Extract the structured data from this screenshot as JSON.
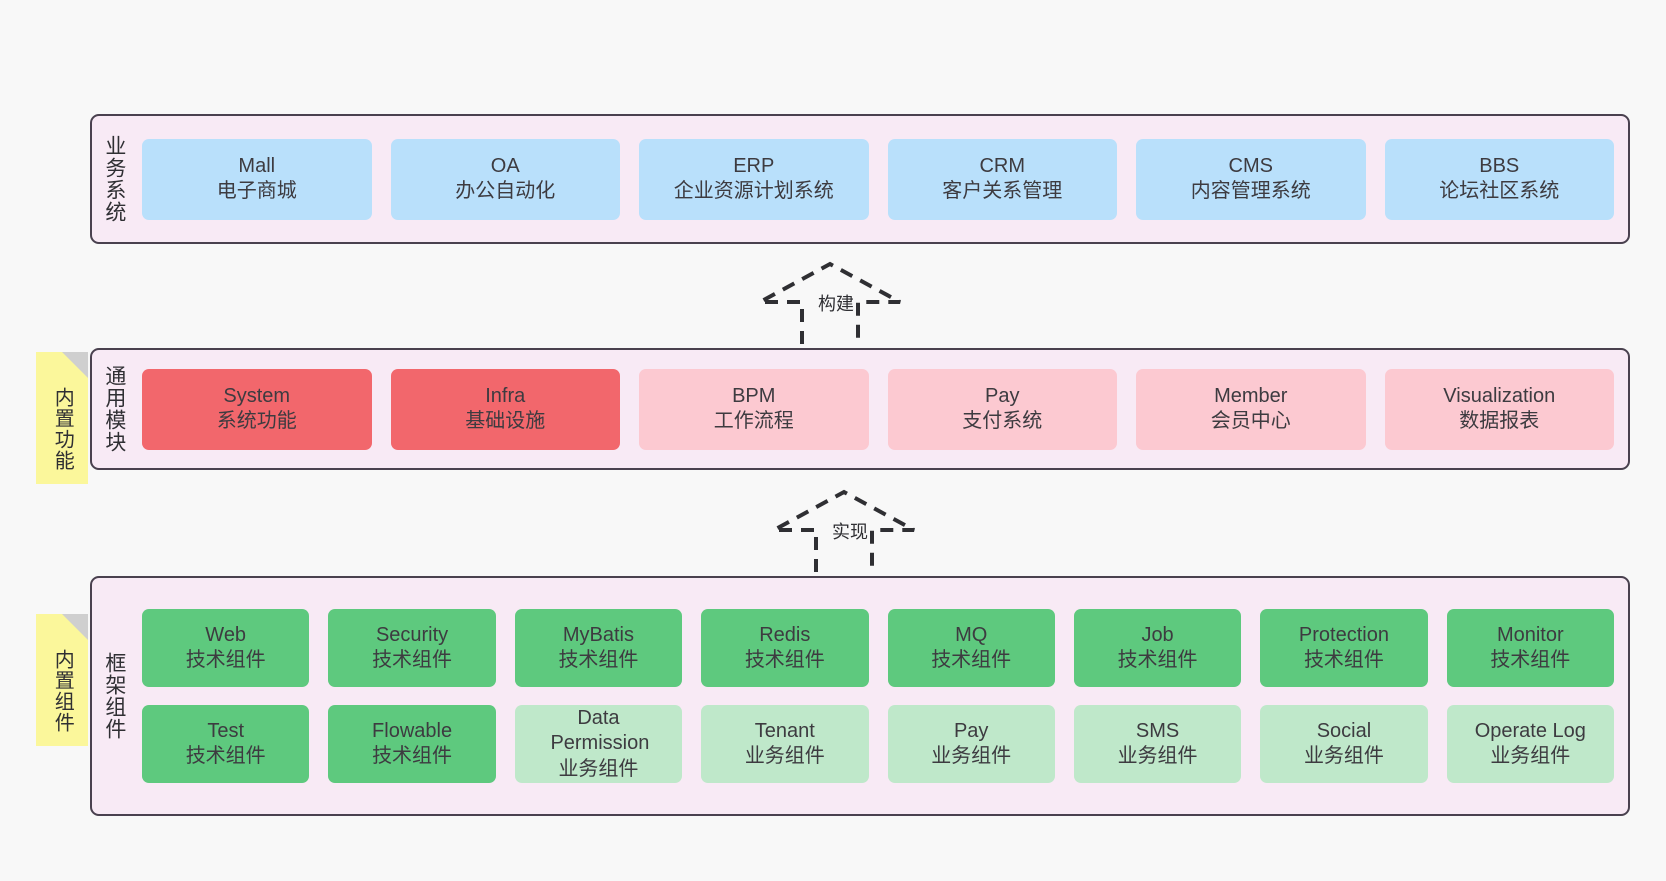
{
  "diagram": {
    "background_color": "#f8f8f8",
    "panel_color": "#f8eaf5",
    "panel_border_color": "#4a414f",
    "note_color": "#fbf79b",
    "colors": {
      "business_card": "#b9e0fb",
      "module_enabled": "#f2676c",
      "module_disabled": "#fcc9d1",
      "tech_component": "#5ec97e",
      "business_component": "#bfe8ca"
    }
  },
  "layers": [
    {
      "id": "business-system",
      "title": "业务系统",
      "note": null,
      "rows": [
        {
          "cards": [
            {
              "en": "Mall",
              "cn": "电子商城"
            },
            {
              "en": "OA",
              "cn": "办公自动化"
            },
            {
              "en": "ERP",
              "cn": "企业资源计划系统"
            },
            {
              "en": "CRM",
              "cn": "客户关系管理"
            },
            {
              "en": "CMS",
              "cn": "内容管理系统"
            },
            {
              "en": "BBS",
              "cn": "论坛社区系统"
            }
          ]
        }
      ]
    },
    {
      "id": "common-module",
      "title": "通用模块",
      "note": "内置功能",
      "rows": [
        {
          "cards": [
            {
              "en": "System",
              "cn": "系统功能",
              "style": "mod-on"
            },
            {
              "en": "Infra",
              "cn": "基础设施",
              "style": "mod-on"
            },
            {
              "en": "BPM",
              "cn": "工作流程",
              "style": "mod-off"
            },
            {
              "en": "Pay",
              "cn": "支付系统",
              "style": "mod-off"
            },
            {
              "en": "Member",
              "cn": "会员中心",
              "style": "mod-off"
            },
            {
              "en": "Visualization",
              "cn": "数据报表",
              "style": "mod-off"
            }
          ]
        }
      ]
    },
    {
      "id": "framework-component",
      "title": "框架组件",
      "note": "内置组件",
      "rows": [
        {
          "cards": [
            {
              "en": "Web",
              "cn": "技术组件"
            },
            {
              "en": "Security",
              "cn": "技术组件"
            },
            {
              "en": "MyBatis",
              "cn": "技术组件"
            },
            {
              "en": "Redis",
              "cn": "技术组件"
            },
            {
              "en": "MQ",
              "cn": "技术组件"
            },
            {
              "en": "Job",
              "cn": "技术组件"
            },
            {
              "en": "Protection",
              "cn": "技术组件"
            },
            {
              "en": "Monitor",
              "cn": "技术组件"
            }
          ]
        },
        {
          "cards": [
            {
              "en": "Test",
              "cn": "技术组件",
              "style": "tech"
            },
            {
              "en": "Flowable",
              "cn": "技术组件",
              "style": "tech"
            },
            {
              "en": "Data Permission",
              "cn": "业务组件",
              "style": "biz-comp"
            },
            {
              "en": "Tenant",
              "cn": "业务组件",
              "style": "biz-comp"
            },
            {
              "en": "Pay",
              "cn": "业务组件",
              "style": "biz-comp"
            },
            {
              "en": "SMS",
              "cn": "业务组件",
              "style": "biz-comp"
            },
            {
              "en": "Social",
              "cn": "业务组件",
              "style": "biz-comp"
            },
            {
              "en": "Operate Log",
              "cn": "业务组件",
              "style": "biz-comp"
            }
          ]
        }
      ]
    }
  ],
  "connectors": [
    {
      "id": "build",
      "label": "构建",
      "style": "dashed-hollow-arrow-up"
    },
    {
      "id": "implement",
      "label": "实现",
      "style": "dashed-hollow-arrow-up"
    }
  ]
}
